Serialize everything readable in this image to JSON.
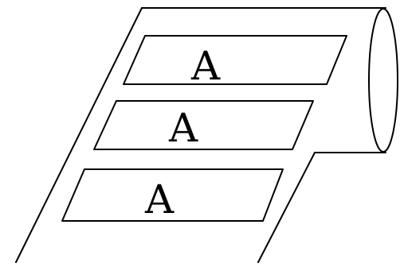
{
  "diagram": {
    "labels": {
      "top": "A",
      "middle": "A",
      "bottom": "A"
    },
    "colors": {
      "stroke": "#000000",
      "background": "#ffffff"
    }
  }
}
